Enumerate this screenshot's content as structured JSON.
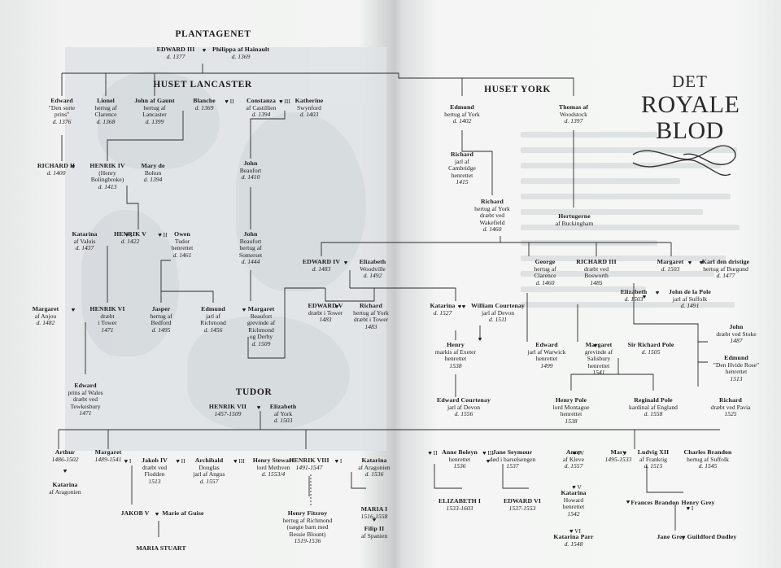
{
  "headers": {
    "plantagenet": "PLANTAGENET",
    "lancaster": "HUSET LANCASTER",
    "york": "HUSET YORK",
    "tudor": "TUDOR"
  },
  "title": {
    "line1": "DET",
    "line2": "ROYALE",
    "line3": "BLOD"
  },
  "persons": [
    {
      "name": "EDWARD III",
      "lines": [],
      "date": "d. 1377"
    },
    {
      "name": "Philippa af Hainault",
      "lines": [],
      "date": "d. 1369"
    },
    {
      "name": "Edward",
      "lines": [
        "\"Den sorte",
        "prins\""
      ],
      "date": "d. 1376"
    },
    {
      "name": "Lionel",
      "lines": [
        "hertug af",
        "Clarence"
      ],
      "date": "d. 1368"
    },
    {
      "name": "John af Gaunt",
      "lines": [
        "hertug af",
        "Lancaster"
      ],
      "date": "d. 1399"
    },
    {
      "name": "Blanche",
      "lines": [],
      "date": "d. 1369"
    },
    {
      "name": "Constanza",
      "lines": [
        "af Castillien"
      ],
      "date": "d. 1394"
    },
    {
      "name": "Katherine",
      "lines": [
        "Swynford"
      ],
      "date": "d. 1403"
    },
    {
      "name": "RICHARD II",
      "lines": [],
      "date": "d. 1400"
    },
    {
      "name": "HENRIK IV",
      "lines": [
        "(Henry",
        "Bolingbroke)"
      ],
      "date": "d. 1413"
    },
    {
      "name": "Mary de",
      "lines": [
        "Bohun"
      ],
      "date": "d. 1394"
    },
    {
      "name": "John",
      "lines": [
        "Beaufort"
      ],
      "date": "d. 1410"
    },
    {
      "name": "Katarina",
      "lines": [
        "af Valois"
      ],
      "date": "d. 1437"
    },
    {
      "name": "HENRIK V",
      "lines": [],
      "date": "d. 1422"
    },
    {
      "name": "Owen",
      "lines": [
        "Tudor",
        "henrettet"
      ],
      "date": "d. 1461"
    },
    {
      "name": "John",
      "lines": [
        "Beaufort",
        "hertug af",
        "Somerset"
      ],
      "date": "d. 1444"
    },
    {
      "name": "Margaret",
      "lines": [
        "af Anjou"
      ],
      "date": "d. 1482"
    },
    {
      "name": "HENRIK VI",
      "lines": [
        "dræbt",
        "i Tower"
      ],
      "date": "1471"
    },
    {
      "name": "Jasper",
      "lines": [
        "hertug af",
        "Bedford"
      ],
      "date": "d. 1495"
    },
    {
      "name": "Edmund",
      "lines": [
        "jarl af",
        "Richmond"
      ],
      "date": "d. 1456"
    },
    {
      "name": "Margaret",
      "lines": [
        "Beaufort",
        "grevinde af",
        "Richmond",
        "og Derby"
      ],
      "date": "d. 1509"
    },
    {
      "name": "Edward",
      "lines": [
        "prins af Wales",
        "dræbt ved",
        "Tewkesbury"
      ],
      "date": "1471"
    },
    {
      "name": "Edmund",
      "lines": [
        "hertug af York"
      ],
      "date": "d. 1402"
    },
    {
      "name": "Thomas af",
      "lines": [
        "Woodstock"
      ],
      "date": "d. 1397"
    },
    {
      "name": "Richard",
      "lines": [
        "jarl af",
        "Cambridge",
        "henrettet"
      ],
      "date": "1415"
    },
    {
      "name": "Richard",
      "lines": [
        "hertug af York",
        "dræbt ved",
        "Wakefield"
      ],
      "date": "d. 1460"
    },
    {
      "name": "Hertugerne",
      "lines": [
        "af Buckingham"
      ],
      "date": ""
    },
    {
      "name": "EDWARD IV",
      "lines": [],
      "date": "d. 1483"
    },
    {
      "name": "Elizabeth",
      "lines": [
        "Woodville"
      ],
      "date": "d. 1492"
    },
    {
      "name": "George",
      "lines": [
        "hertug af",
        "Clarence"
      ],
      "date": "d. 1460"
    },
    {
      "name": "RICHARD III",
      "lines": [
        "dræbt ved",
        "Bosworth"
      ],
      "date": "1485"
    },
    {
      "name": "Margaret",
      "lines": [],
      "date": "d. 1503"
    },
    {
      "name": "Karl den dristige",
      "lines": [
        "hertug af Burgund"
      ],
      "date": "d. 1477"
    },
    {
      "name": "EDWARD V",
      "lines": [
        "dræbt i Tower"
      ],
      "date": "1483"
    },
    {
      "name": "Richard",
      "lines": [
        "hertug af York",
        "dræbt i Tower"
      ],
      "date": "1483"
    },
    {
      "name": "Katarina",
      "lines": [],
      "date": "d. 1527"
    },
    {
      "name": "William Courtenay",
      "lines": [
        "jarl af Devon"
      ],
      "date": "d. 1511"
    },
    {
      "name": "Elizabeth",
      "lines": [],
      "date": "d. 1503"
    },
    {
      "name": "John de la Pole",
      "lines": [
        "jarl af Suffolk"
      ],
      "date": "d. 1491"
    },
    {
      "name": "John",
      "lines": [
        "dræbt ved Stoke"
      ],
      "date": "1487"
    },
    {
      "name": "Henry",
      "lines": [
        "markis af Exeter",
        "henrettet"
      ],
      "date": "1538"
    },
    {
      "name": "Edward",
      "lines": [
        "jarl af Warwick",
        "henrettet"
      ],
      "date": "1499"
    },
    {
      "name": "Margaret",
      "lines": [
        "grevinde af",
        "Salisbury",
        "henrettet"
      ],
      "date": "1541"
    },
    {
      "name": "Sir Richard Pole",
      "lines": [],
      "date": "d. 1505"
    },
    {
      "name": "Edmund",
      "lines": [
        "\"Den Hvide Rose\"",
        "henrettet"
      ],
      "date": "1513"
    },
    {
      "name": "Edward Courtenay",
      "lines": [
        "jarl af Devon"
      ],
      "date": "d. 1556"
    },
    {
      "name": "Henry Pole",
      "lines": [
        "lord Montague",
        "henrettet"
      ],
      "date": "1538"
    },
    {
      "name": "Reginald Pole",
      "lines": [
        "kardinal af England"
      ],
      "date": "d. 1558"
    },
    {
      "name": "Richard",
      "lines": [
        "dræbt ved Pavia"
      ],
      "date": "1525"
    },
    {
      "name": "HENRIK VII",
      "lines": [],
      "date": "1457-1509"
    },
    {
      "name": "Elizabeth",
      "lines": [
        "af York"
      ],
      "date": "d. 1503"
    },
    {
      "name": "Arthur",
      "lines": [],
      "date": "1486-1502"
    },
    {
      "name": "Katarina",
      "lines": [
        "af Aragonien"
      ],
      "date": ""
    },
    {
      "name": "Margaret",
      "lines": [],
      "date": "1489-1541"
    },
    {
      "name": "Jakob IV",
      "lines": [
        "dræbt ved",
        "Flodden"
      ],
      "date": "1513"
    },
    {
      "name": "Archibald",
      "lines": [
        "Douglas",
        "jarl af Angus"
      ],
      "date": "d. 1557"
    },
    {
      "name": "Henry Stewart",
      "lines": [
        "lord Methven"
      ],
      "date": "d. 1553/4"
    },
    {
      "name": "HENRIK VIII",
      "lines": [],
      "date": "1491-1547"
    },
    {
      "name": "Katarina",
      "lines": [
        "af Aragonien"
      ],
      "date": "d. 1536"
    },
    {
      "name": "Anne Boleyn",
      "lines": [
        "henrettet"
      ],
      "date": "1536"
    },
    {
      "name": "Jane Seymour",
      "lines": [
        "død i barselsengen"
      ],
      "date": "1537"
    },
    {
      "name": "Anne",
      "lines": [
        "af Kleve"
      ],
      "date": "d. 1557"
    },
    {
      "name": "Mary",
      "lines": [],
      "date": "1495-1533"
    },
    {
      "name": "Ludvig XII",
      "lines": [
        "af Frankrig"
      ],
      "date": "d. 1515"
    },
    {
      "name": "Charles Brandon",
      "lines": [
        "hertug af Suffolk"
      ],
      "date": "d. 1545"
    },
    {
      "name": "JAKOB V",
      "lines": [],
      "date": ""
    },
    {
      "name": "Marie af Guise",
      "lines": [],
      "date": ""
    },
    {
      "name": "Henry Fitzroy",
      "lines": [
        "hertug af Richmond",
        "(uægte barn med",
        "Bessie Blount)"
      ],
      "date": "1519-1536"
    },
    {
      "name": "MARIA I",
      "lines": [],
      "date": "1516-1558"
    },
    {
      "name": "Filip II",
      "lines": [
        "af Spanien"
      ],
      "date": ""
    },
    {
      "name": "ELIZABETH I",
      "lines": [],
      "date": "1533-1603"
    },
    {
      "name": "EDWARD VI",
      "lines": [],
      "date": "1537-1553"
    },
    {
      "name": "Katarina",
      "lines": [
        "Howard",
        "henrettet"
      ],
      "date": "1542"
    },
    {
      "name": "Katarina Parr",
      "lines": [],
      "date": "d. 1548"
    },
    {
      "name": "Frances Brandon",
      "lines": [],
      "date": ""
    },
    {
      "name": "Henry Grey",
      "lines": [],
      "date": ""
    },
    {
      "name": "MARIA STUART",
      "lines": [],
      "date": ""
    },
    {
      "name": "Jane Grey",
      "lines": [],
      "date": ""
    },
    {
      "name": "Guildford Dudley",
      "lines": [],
      "date": ""
    }
  ],
  "marriages": [
    "♥",
    "♥ II",
    "♥ III",
    "♥",
    "♥ I",
    "♥ II",
    "♥",
    "♥",
    "♥",
    "♥",
    "♥",
    "♥",
    "♥",
    "♥",
    "♥",
    "♥ I",
    "♥ II",
    "♥ III",
    "♥",
    "♥ I",
    "♥",
    "♥ II",
    "♥ III",
    "♥ IV",
    "♥ V",
    "♥ VI",
    "♥",
    "♥ I",
    "♥",
    "♥",
    "♥",
    "♥",
    "♥",
    "♥",
    "♥",
    "♥"
  ]
}
